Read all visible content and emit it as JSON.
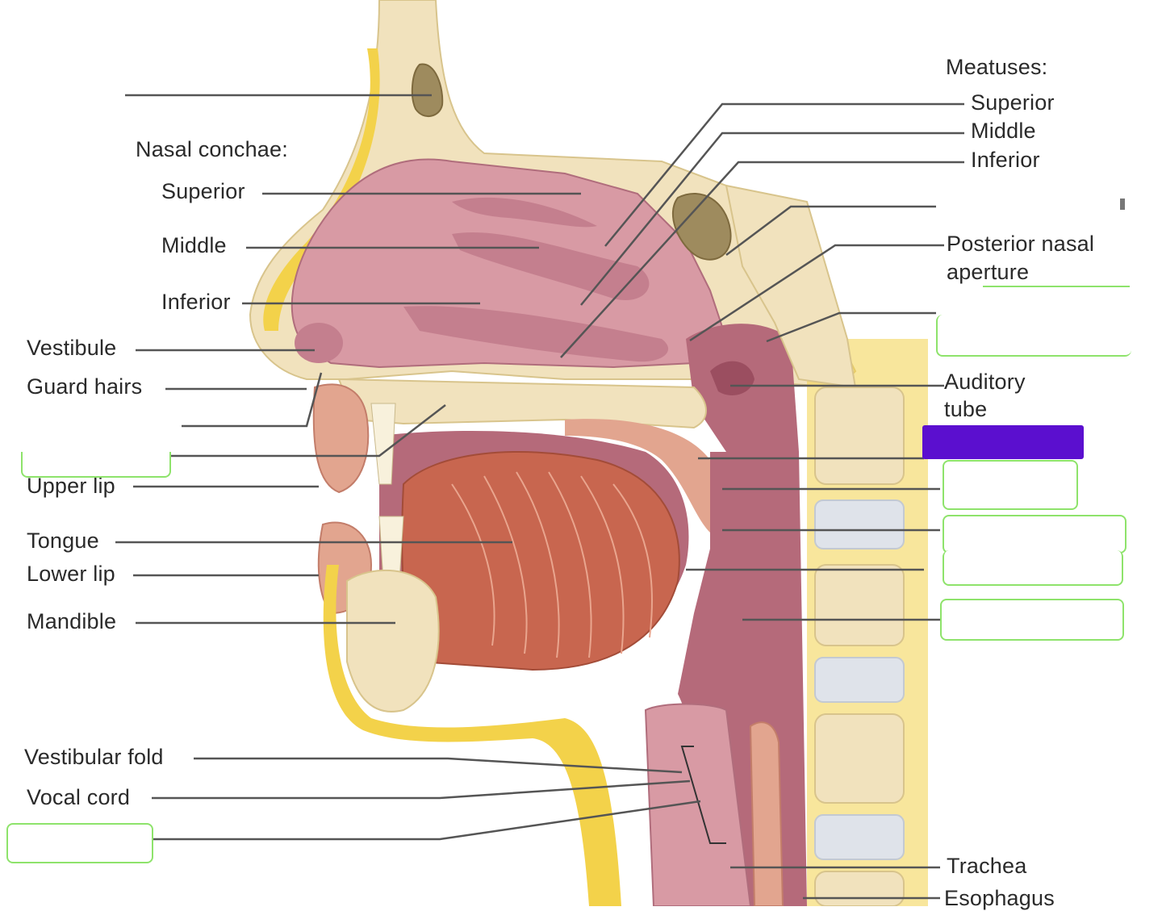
{
  "labels": {
    "nasal_conchae_heading": "Nasal conchae:",
    "conchae_superior": "Superior",
    "conchae_middle": "Middle",
    "conchae_inferior": "Inferior",
    "vestibule": "Vestibule",
    "guard_hairs": "Guard hairs",
    "upper_lip": "Upper lip",
    "tongue": "Tongue",
    "lower_lip": "Lower lip",
    "mandible": "Mandible",
    "vestibular_fold": "Vestibular fold",
    "vocal_cord": "Vocal cord",
    "meatuses_heading": "Meatuses:",
    "meatus_superior": "Superior",
    "meatus_middle": "Middle",
    "meatus_inferior": "Inferior",
    "posterior_nasal_aperture": "Posterior nasal aperture",
    "posterior_nasal_line1": "Posterior nasal",
    "posterior_nasal_line2": "aperture",
    "auditory_tube": "Auditory tube",
    "auditory_line1": "Auditory",
    "auditory_line2": "tube",
    "trachea": "Trachea",
    "esophagus": "Esophagus"
  },
  "colors": {
    "tissue_pink": "#d89aa4",
    "cavity_dark": "#b56a7a",
    "bone_cream": "#f1e2bd",
    "fat_yellow": "#f3d24a",
    "muscle_red": "#c8664f",
    "answer_box_outline": "#8ee36b",
    "redaction": "#5b0fcf"
  }
}
